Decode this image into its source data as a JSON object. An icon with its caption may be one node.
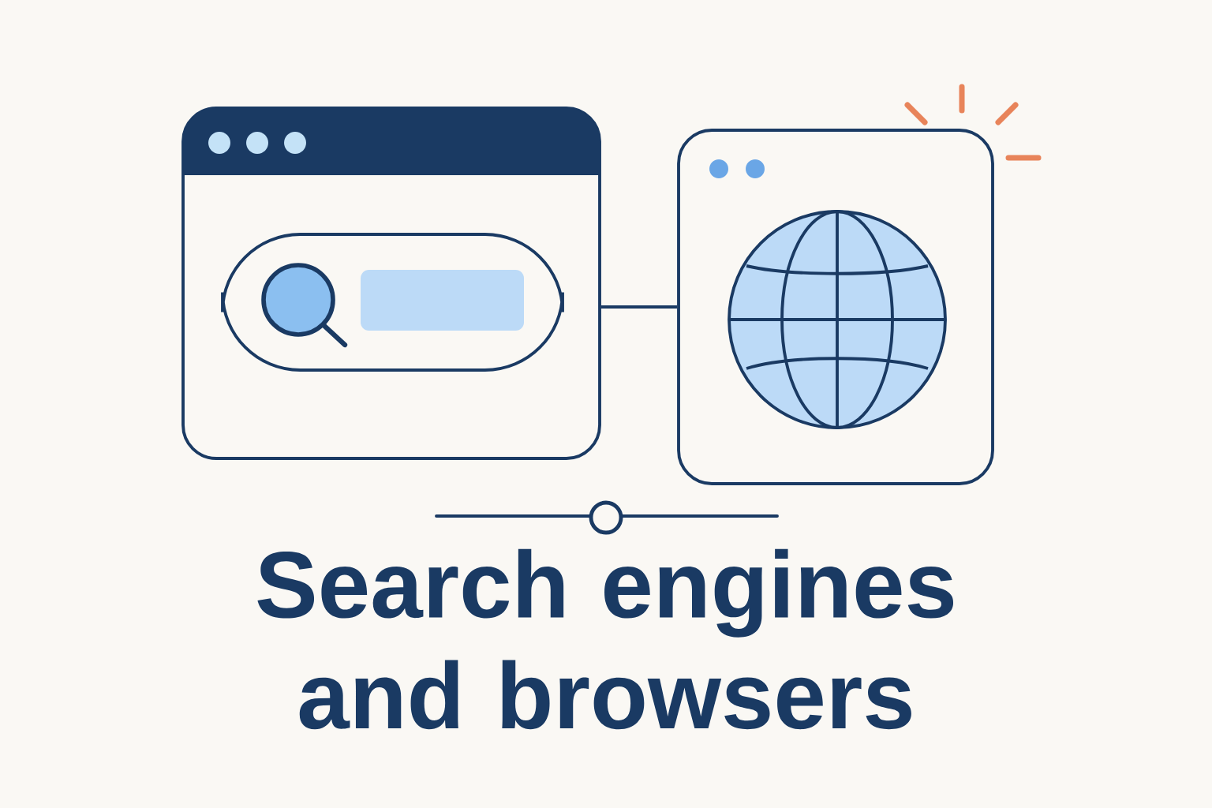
{
  "diagram": {
    "title": "Search engines and browsers",
    "nodes": [
      {
        "text": [],
        "shape": "box"
      },
      {
        "text": [],
        "shape": "box"
      }
    ],
    "edges": [
      {
        "from": 0,
        "to": 1,
        "arrow": "none"
      }
    ]
  }
}
